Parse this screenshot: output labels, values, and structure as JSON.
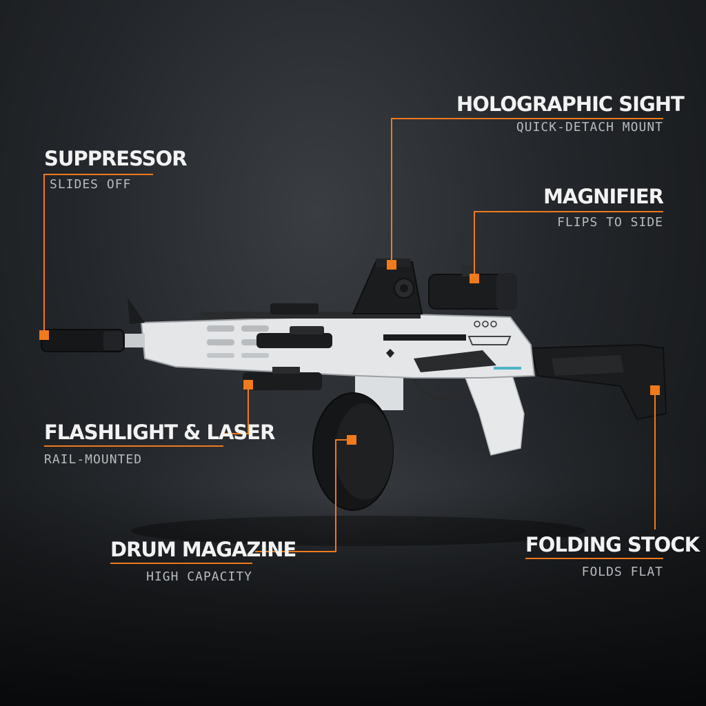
{
  "colors": {
    "accent": "#f07a1c",
    "title_text": "#f2f2f2",
    "sub_text": "#b9bcbf",
    "body_white": "#e4e6e8",
    "dark_part": "#1b1c1e"
  },
  "callouts": {
    "holographic_sight": {
      "title": "HOLOGRAPHIC SIGHT",
      "subtitle": "QUICK-DETACH MOUNT"
    },
    "suppressor": {
      "title": "SUPPRESSOR",
      "subtitle": "SLIDES OFF"
    },
    "magnifier": {
      "title": "MAGNIFIER",
      "subtitle": "FLIPS TO SIDE"
    },
    "flashlight_laser": {
      "title": "FLASHLIGHT & LASER",
      "subtitle": "RAIL-MOUNTED"
    },
    "drum_magazine": {
      "title": "DRUM MAGAZINE",
      "subtitle": "HIGH CAPACITY"
    },
    "folding_stock": {
      "title": "FOLDING STOCK",
      "subtitle": "FOLDS FLAT"
    }
  }
}
